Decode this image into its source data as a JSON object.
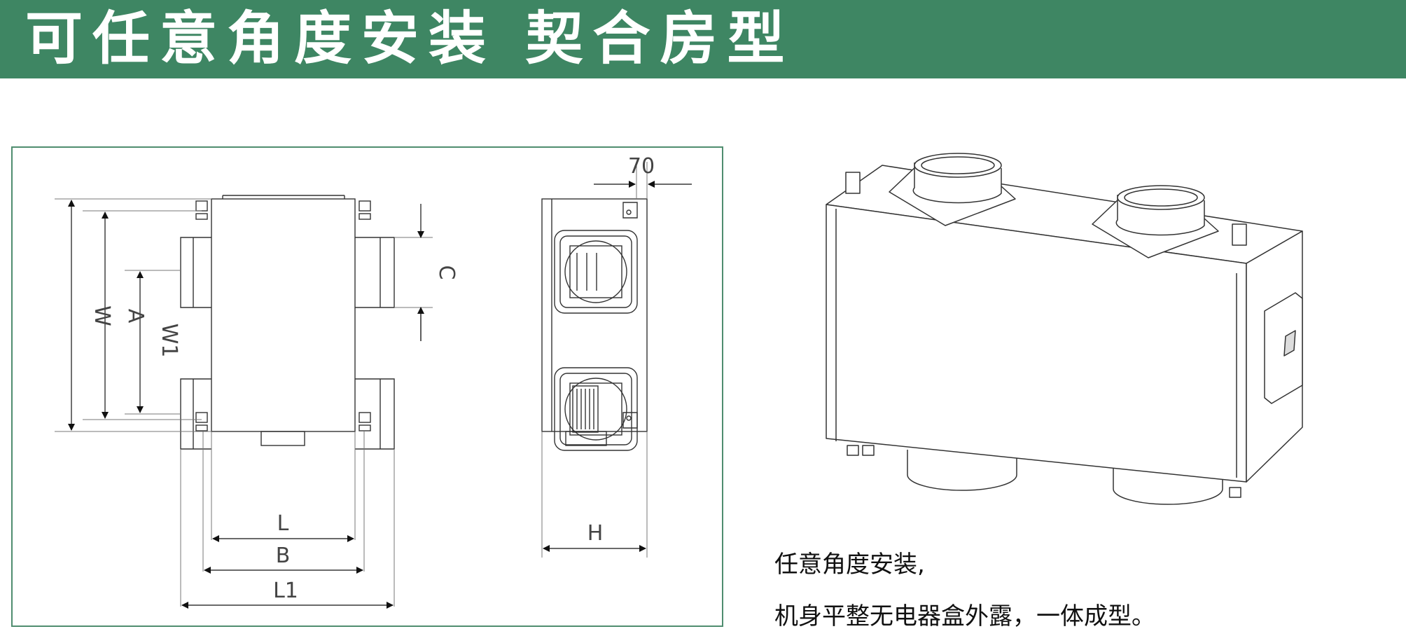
{
  "header": {
    "title": "可任意角度安装 契合房型"
  },
  "drawing": {
    "labels": {
      "w": "W",
      "a": "A",
      "w1": "W1",
      "c": "C",
      "l": "L",
      "b": "B",
      "l1": "L1",
      "dim70": "70",
      "h": "H"
    }
  },
  "captions": {
    "line1": "任意角度安装,",
    "line2": "机身平整无电器盒外露，一体成型。"
  },
  "colors": {
    "banner": "#3e8663",
    "frame": "#4f8d6f",
    "line": "#333333"
  }
}
